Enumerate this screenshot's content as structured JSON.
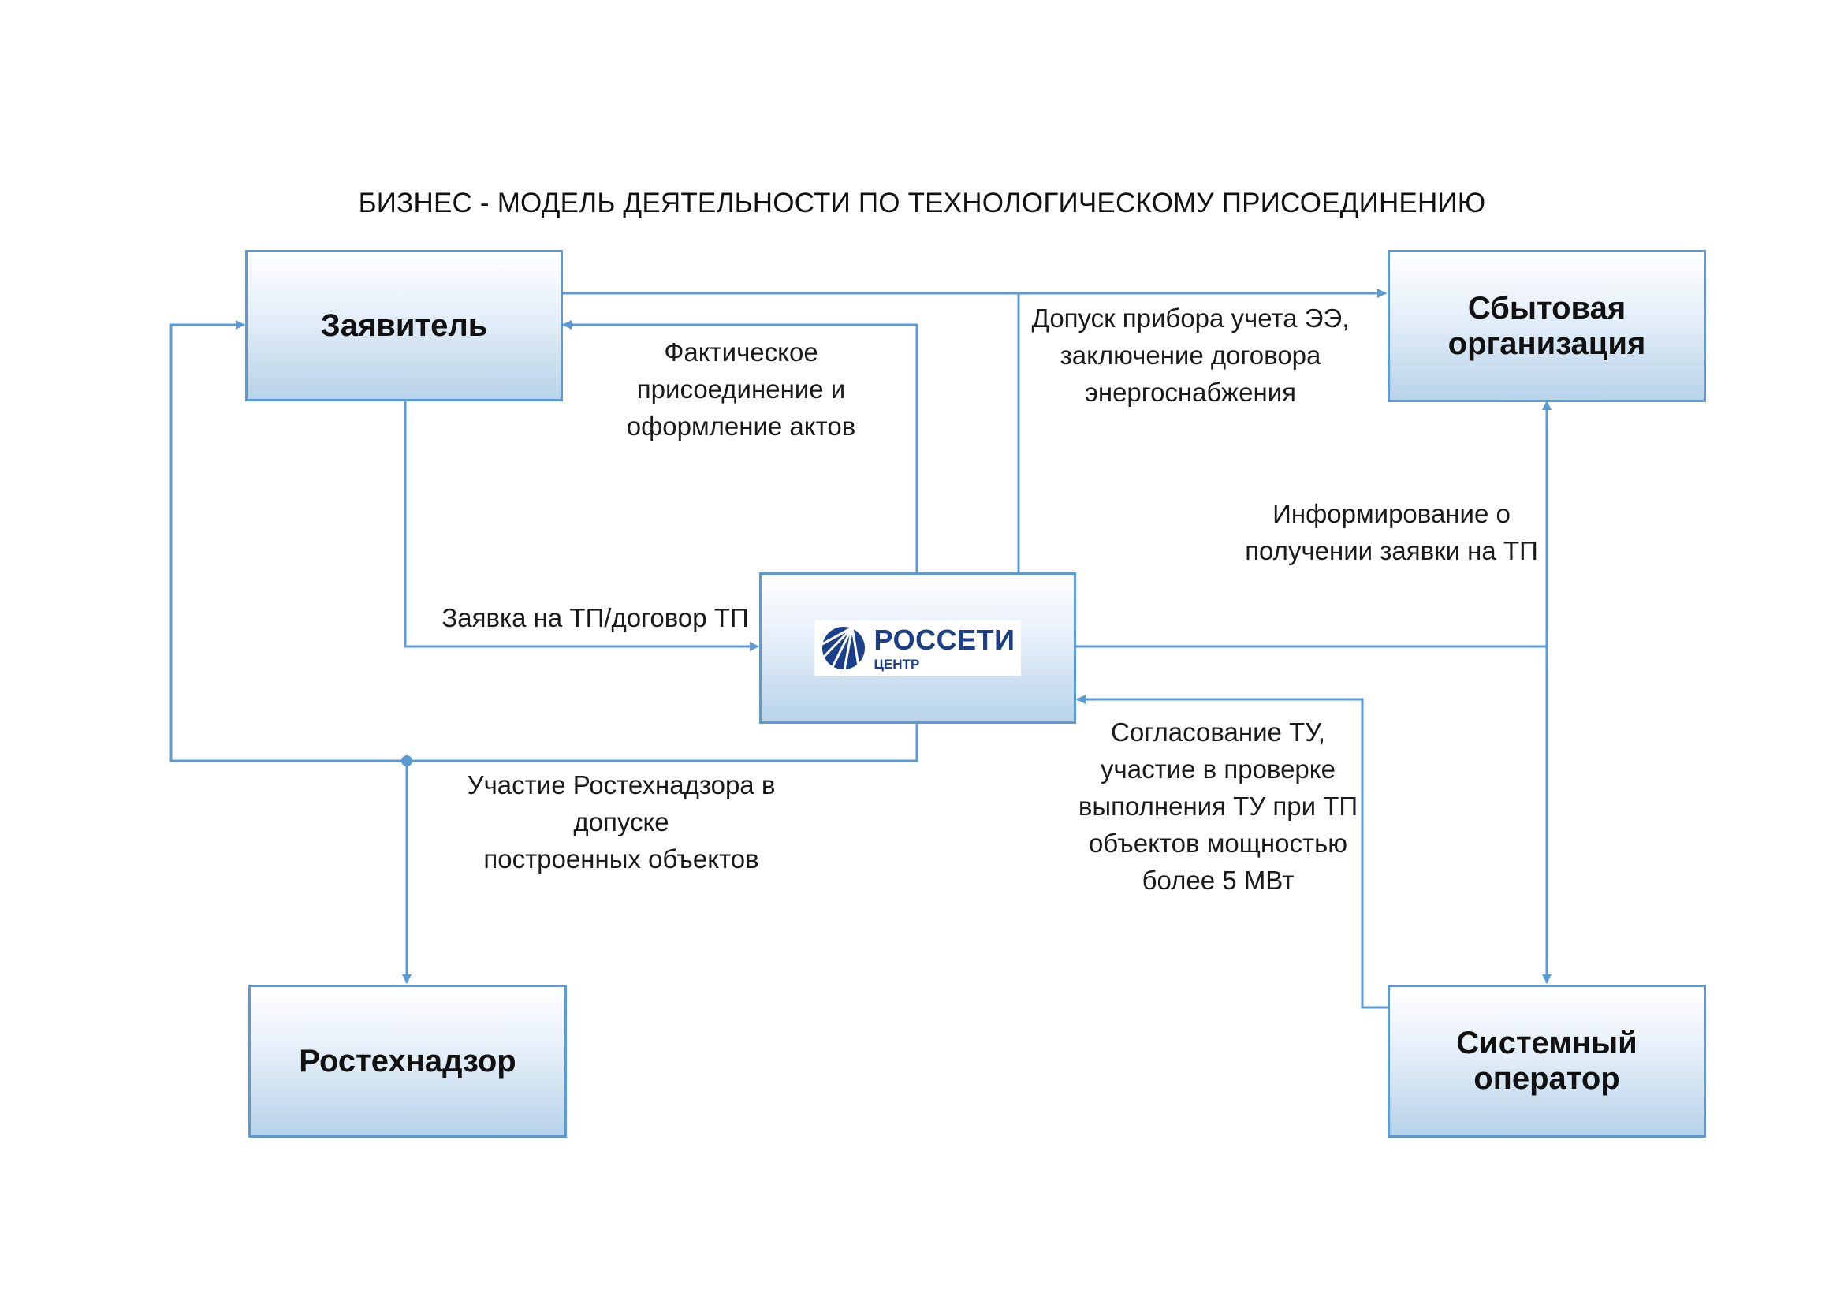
{
  "title": "БИЗНЕС - МОДЕЛЬ ДЕЯТЕЛЬНОСТИ ПО ТЕХНОЛОГИЧЕСКОМУ ПРИСОЕДИНЕНИЮ",
  "nodes": {
    "applicant": "Заявитель",
    "sales_org": "Сбытовая организация",
    "rostekhnadzor": "Ростехнадзор",
    "system_operator": "Системный оператор",
    "center_logo": {
      "main": "РОССЕТИ",
      "sub": "ЦЕНТР",
      "icon": "rosseti-globe-icon"
    }
  },
  "edge_labels": {
    "actual_connection": "Фактическое\nприсоединение и\nоформление актов",
    "meter_admission": "Допуск прибора учета ЭЭ,\nзаключение договора\nэнергоснабжения",
    "informing": "Информирование о\nполучении заявки на ТП",
    "application": "Заявка на ТП/договор ТП",
    "rostekhnadzor_participation": "Участие Ростехнадзора в допуске\nпостроенных объектов",
    "tu_approval": "Согласование ТУ,\nучастие в проверке\nвыполнения ТУ при ТП\nобъектов мощностью\nболее 5 МВт"
  },
  "colors": {
    "connector": "#5b9bd5",
    "box_border": "#5b9bd5",
    "logo_blue": "#1b3f8b"
  }
}
